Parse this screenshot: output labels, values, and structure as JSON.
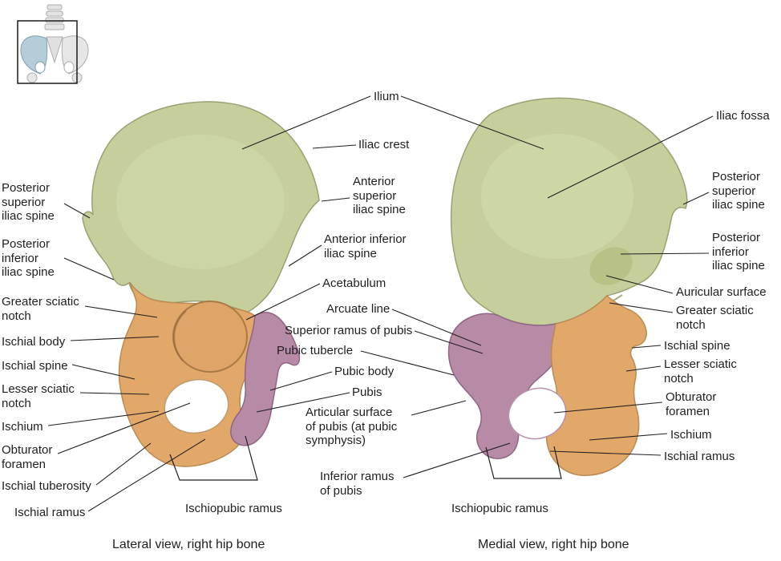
{
  "figure": {
    "type": "anatomical-diagram",
    "views": [
      {
        "id": "lateral",
        "caption": "Lateral view, right hip bone"
      },
      {
        "id": "medial",
        "caption": "Medial view, right hip bone"
      }
    ]
  },
  "colors": {
    "ilium": "#c6cf9c",
    "ischium": "#e2a869",
    "pubis": "#b78ba6",
    "inset_highlight": "#b3cdd9",
    "leader_line": "#231f20"
  },
  "labels": {
    "left": {
      "posterior_superior_iliac_spine": "Posterior\nsuperior\niliac spine",
      "posterior_inferior_iliac_spine": "Posterior\ninferior\niliac spine",
      "greater_sciatic_notch": "Greater sciatic\nnotch",
      "ischial_body": "Ischial body",
      "ischial_spine": "Ischial spine",
      "lesser_sciatic_notch": "Lesser sciatic\nnotch",
      "ischium": "Ischium",
      "obturator_foramen": "Obturator\nforamen",
      "ischial_tuberosity": "Ischial tuberosity",
      "ischial_ramus": "Ischial ramus"
    },
    "center": {
      "ilium": "Ilium",
      "iliac_crest": "Iliac crest",
      "anterior_superior_iliac_spine": "Anterior\nsuperior\niliac spine",
      "anterior_inferior_iliac_spine": "Anterior inferior\niliac spine",
      "acetabulum": "Acetabulum",
      "arcuate_line": "Arcuate line",
      "superior_ramus_of_pubis": "Superior ramus of pubis",
      "pubic_tubercle": "Pubic tubercle",
      "pubic_body": "Pubic body",
      "pubis": "Pubis",
      "articular_surface": "Articular surface\nof pubis (at pubic\nsymphysis)",
      "inferior_ramus_of_pubis": "Inferior ramus\nof pubis"
    },
    "right": {
      "iliac_fossa": "Iliac fossa",
      "posterior_superior_iliac_spine": "Posterior\nsuperior\niliac spine",
      "posterior_inferior_iliac_spine": "Posterior\ninferior\niliac spine",
      "auricular_surface": "Auricular surface",
      "greater_sciatic_notch": "Greater sciatic\nnotch",
      "ischial_spine": "Ischial spine",
      "lesser_sciatic_notch": "Lesser sciatic\nnotch",
      "obturator_foramen": "Obturator\nforamen",
      "ischium": "Ischium",
      "ischial_ramus": "Ischial ramus"
    },
    "bottom": {
      "ischiopubic_ramus_lateral": "Ischiopubic ramus",
      "ischiopubic_ramus_medial": "Ischiopubic ramus"
    }
  },
  "captions": {
    "lateral": "Lateral view, right hip bone",
    "medial": "Medial view, right hip bone"
  }
}
